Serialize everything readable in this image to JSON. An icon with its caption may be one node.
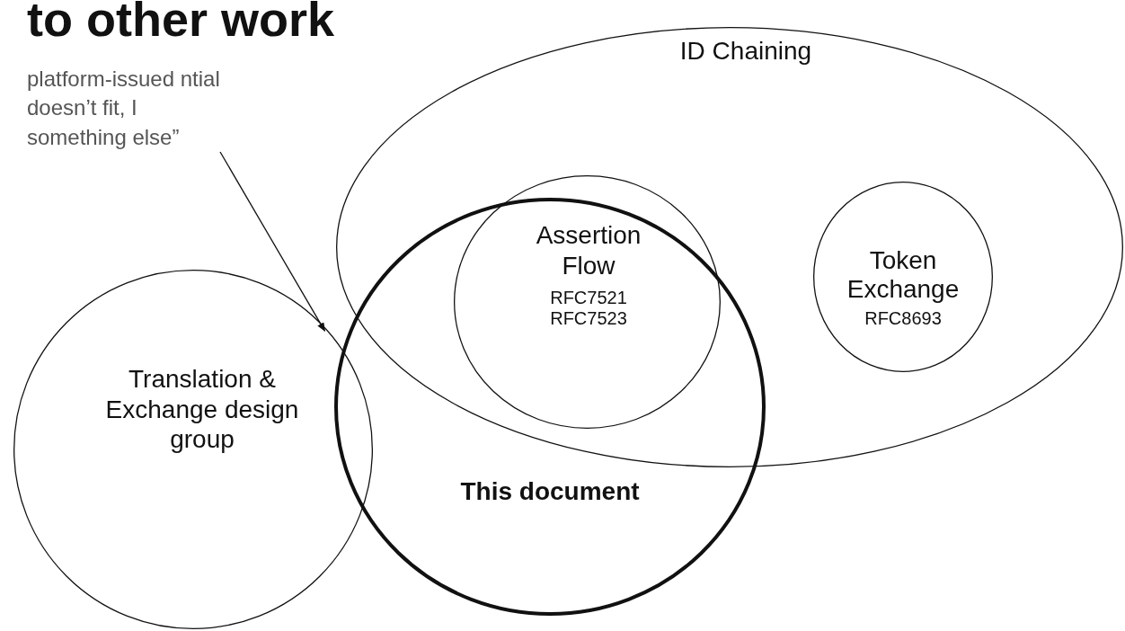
{
  "diagram": {
    "title": "to other work",
    "nodes": [
      {
        "text": [
          "ID Chaining"
        ]
      },
      {
        "text": [
          "Assertion Flow",
          "RFC7521 RFC7523"
        ],
        "in": 0
      },
      {
        "text": [
          "Token Exchange",
          "RFC8693"
        ],
        "in": 0
      },
      {
        "text": [
          "Translation & Exchange design group"
        ]
      },
      {
        "text": [
          "This document"
        ]
      },
      {
        "text": [
          "platform-issued ntial doesn’t fit, I something else”"
        ]
      }
    ],
    "edges": [
      {
        "from": 5,
        "to": 3,
        "arrow": "to"
      }
    ]
  }
}
